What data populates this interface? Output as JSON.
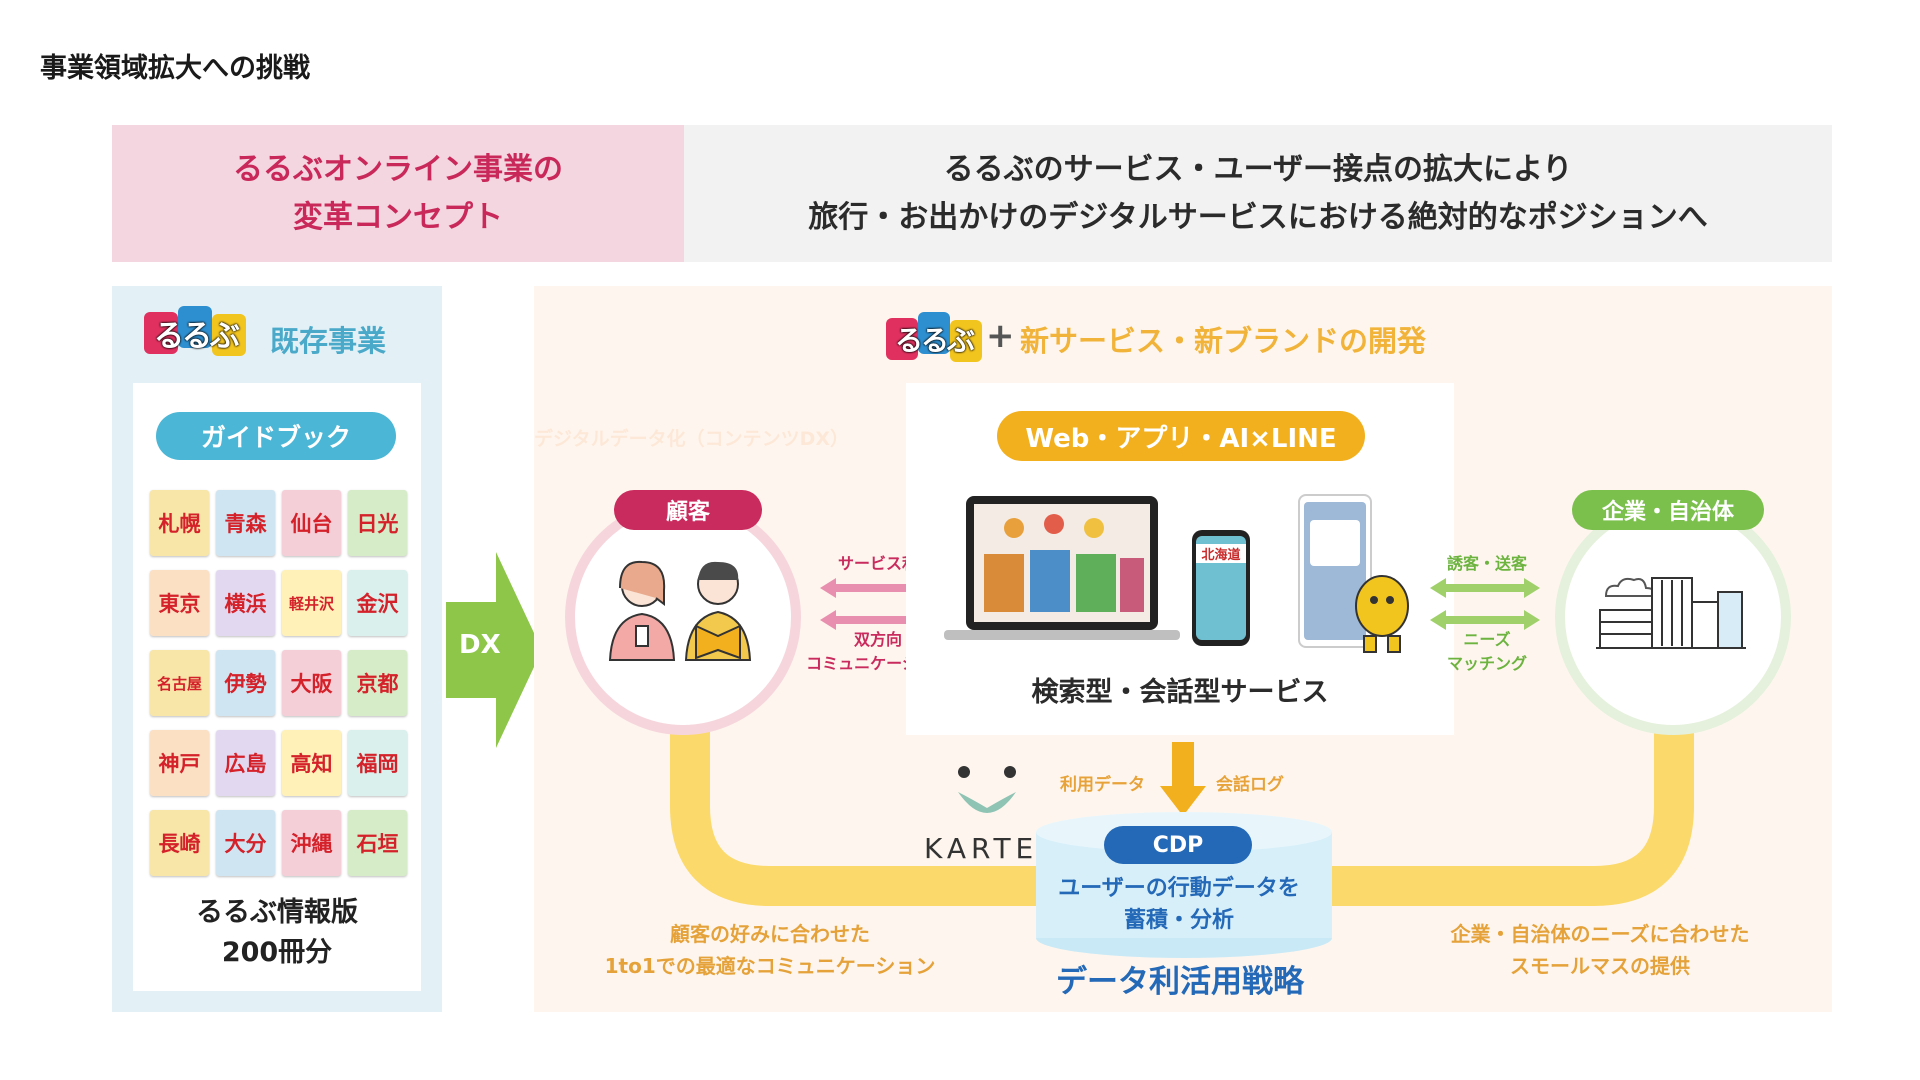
{
  "page": {
    "title": "事業領域拡大への挑戦"
  },
  "concept": {
    "label_line1": "るるぶオンライン事業の",
    "label_line2": "変革コンセプト",
    "statement_line1": "るるぶのサービス・ユーザー接点の拡大により",
    "statement_line2": "旅行・お出かけのデジタルサービスにおける絶対的なポジションへ"
  },
  "existing": {
    "logo_text": "るるぶ",
    "heading": "既存事業",
    "guidebook_label": "ガイドブック",
    "books": [
      "札幌",
      "青森",
      "仙台",
      "日光",
      "東京",
      "横浜",
      "軽井沢",
      "金沢",
      "名古屋",
      "伊勢",
      "大阪",
      "京都",
      "神戸",
      "広島",
      "高知",
      "福岡",
      "長崎",
      "大分",
      "沖縄",
      "石垣"
    ],
    "caption_line1": "るるぶ情報版",
    "caption_line2": "200冊分"
  },
  "dx_label": "DX",
  "new_business": {
    "logo_text": "るるぶ",
    "logo_plus": "+",
    "heading": "新サービス・新ブランドの開発",
    "ghost_text": "デジタルデータ化（コンテンツDX）",
    "service_pill": "Web・アプリ・AI×LINE",
    "service_caption": "検索型・会話型サービス",
    "phone_screen_text": "北海道"
  },
  "customer": {
    "tag": "顧客",
    "arrow_top_label": "サービス利用",
    "arrow_bottom_line1": "双方向",
    "arrow_bottom_line2": "コミュニケーション",
    "benefit_line1": "顧客の好みに合わせた",
    "benefit_line2": "1to1での最適なコミュニケーション"
  },
  "company": {
    "tag": "企業・自治体",
    "arrow_top_label": "誘客・送客",
    "arrow_bottom_line1": "ニーズ",
    "arrow_bottom_line2": "マッチング",
    "benefit_line1": "企業・自治体のニーズに合わせた",
    "benefit_line2": "スモールマスの提供"
  },
  "data_flow": {
    "usage_data": "利用データ",
    "chat_log": "会話ログ",
    "karte": "KARTE",
    "cdp": "CDP",
    "cdp_line1": "ユーザーの行動データを",
    "cdp_line2": "蓄積・分析",
    "strategy_title": "データ利活用戦略"
  },
  "colors": {
    "pink": "#c92b5e",
    "blue_accent": "#4bb6d5",
    "orange": "#f2b01e",
    "green": "#7bc04c",
    "navy": "#2469b8"
  }
}
